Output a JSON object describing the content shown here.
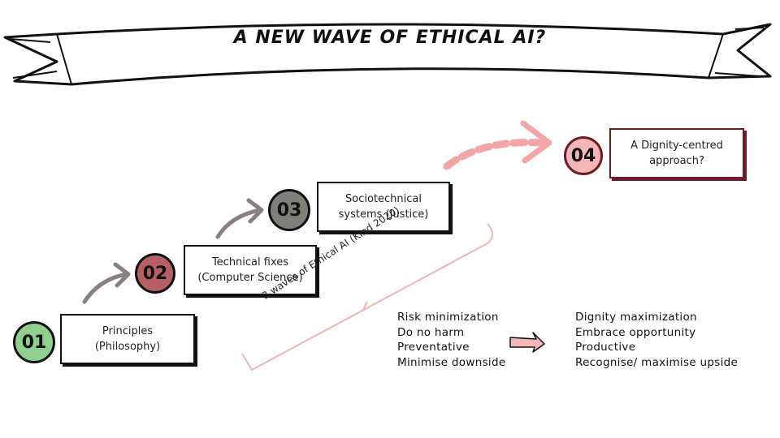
{
  "banner": {
    "title": "A NEW WAVE OF ETHICAL AI?"
  },
  "steps": [
    {
      "number": "01",
      "label_line1": "Principles",
      "label_line2": "(Philosophy)",
      "color": "#8fd08f"
    },
    {
      "number": "02",
      "label_line1": "Technical fixes",
      "label_line2": "(Computer Science)",
      "color": "#b65f66"
    },
    {
      "number": "03",
      "label_line1": "Sociotechnical",
      "label_line2": "systems (Justice)",
      "color": "#7d8178"
    },
    {
      "number": "04",
      "label_line1": "A Dignity-centred",
      "label_line2": "approach?",
      "color": "#f4b6b6"
    }
  ],
  "waves_annotation": "3 waves of Ethical AI (Kind 2020)",
  "left_list": [
    "Risk minimization",
    "Do no harm",
    "Preventative",
    "Minimise downside"
  ],
  "right_list": [
    "Dignity maximization",
    "Embrace opportunity",
    "Productive",
    "Recognise/ maximise upside"
  ],
  "colors": {
    "arrow_gray": "#8a7f80",
    "arrow_pink": "#f2a6a6",
    "brace_pink": "#efb5b5",
    "accent_border": "#6b1f24"
  }
}
